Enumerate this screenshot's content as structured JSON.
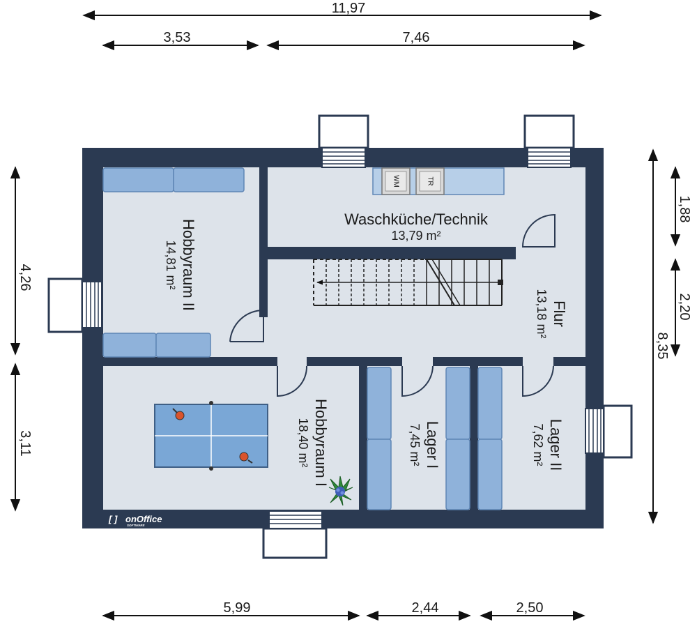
{
  "dimensions": {
    "top_total": "11,97",
    "top_left": "3,53",
    "top_right": "7,46",
    "left_upper": "4,26",
    "left_lower": "3,11",
    "right_total": "8,35",
    "right_upper": "1,88",
    "right_middle": "2,20",
    "bottom_left": "5,99",
    "bottom_middle": "2,44",
    "bottom_right": "2,50"
  },
  "rooms": {
    "waschkueche": {
      "name": "Waschküche/Technik",
      "area": "13,79 m²"
    },
    "hobbyraum2": {
      "name": "Hobbyraum II",
      "area": "14,81 m²"
    },
    "flur": {
      "name": "Flur",
      "area": "13,18 m²"
    },
    "hobbyraum1": {
      "name": "Hobbyraum I",
      "area": "18,40 m²"
    },
    "lager1": {
      "name": "Lager I",
      "area": "7,45 m²"
    },
    "lager2": {
      "name": "Lager II",
      "area": "7,62 m²"
    }
  },
  "appliances": {
    "washer": "WM",
    "dryer": "TR"
  },
  "logo": {
    "brand": "onOffice",
    "sub": "SOFTWARE"
  },
  "colors": {
    "wall": "#2b3a52",
    "floor": "#dde3ea",
    "furniture": "#8fb2da",
    "furniture_stroke": "#5f86b5",
    "table": "#7aa7d6"
  }
}
